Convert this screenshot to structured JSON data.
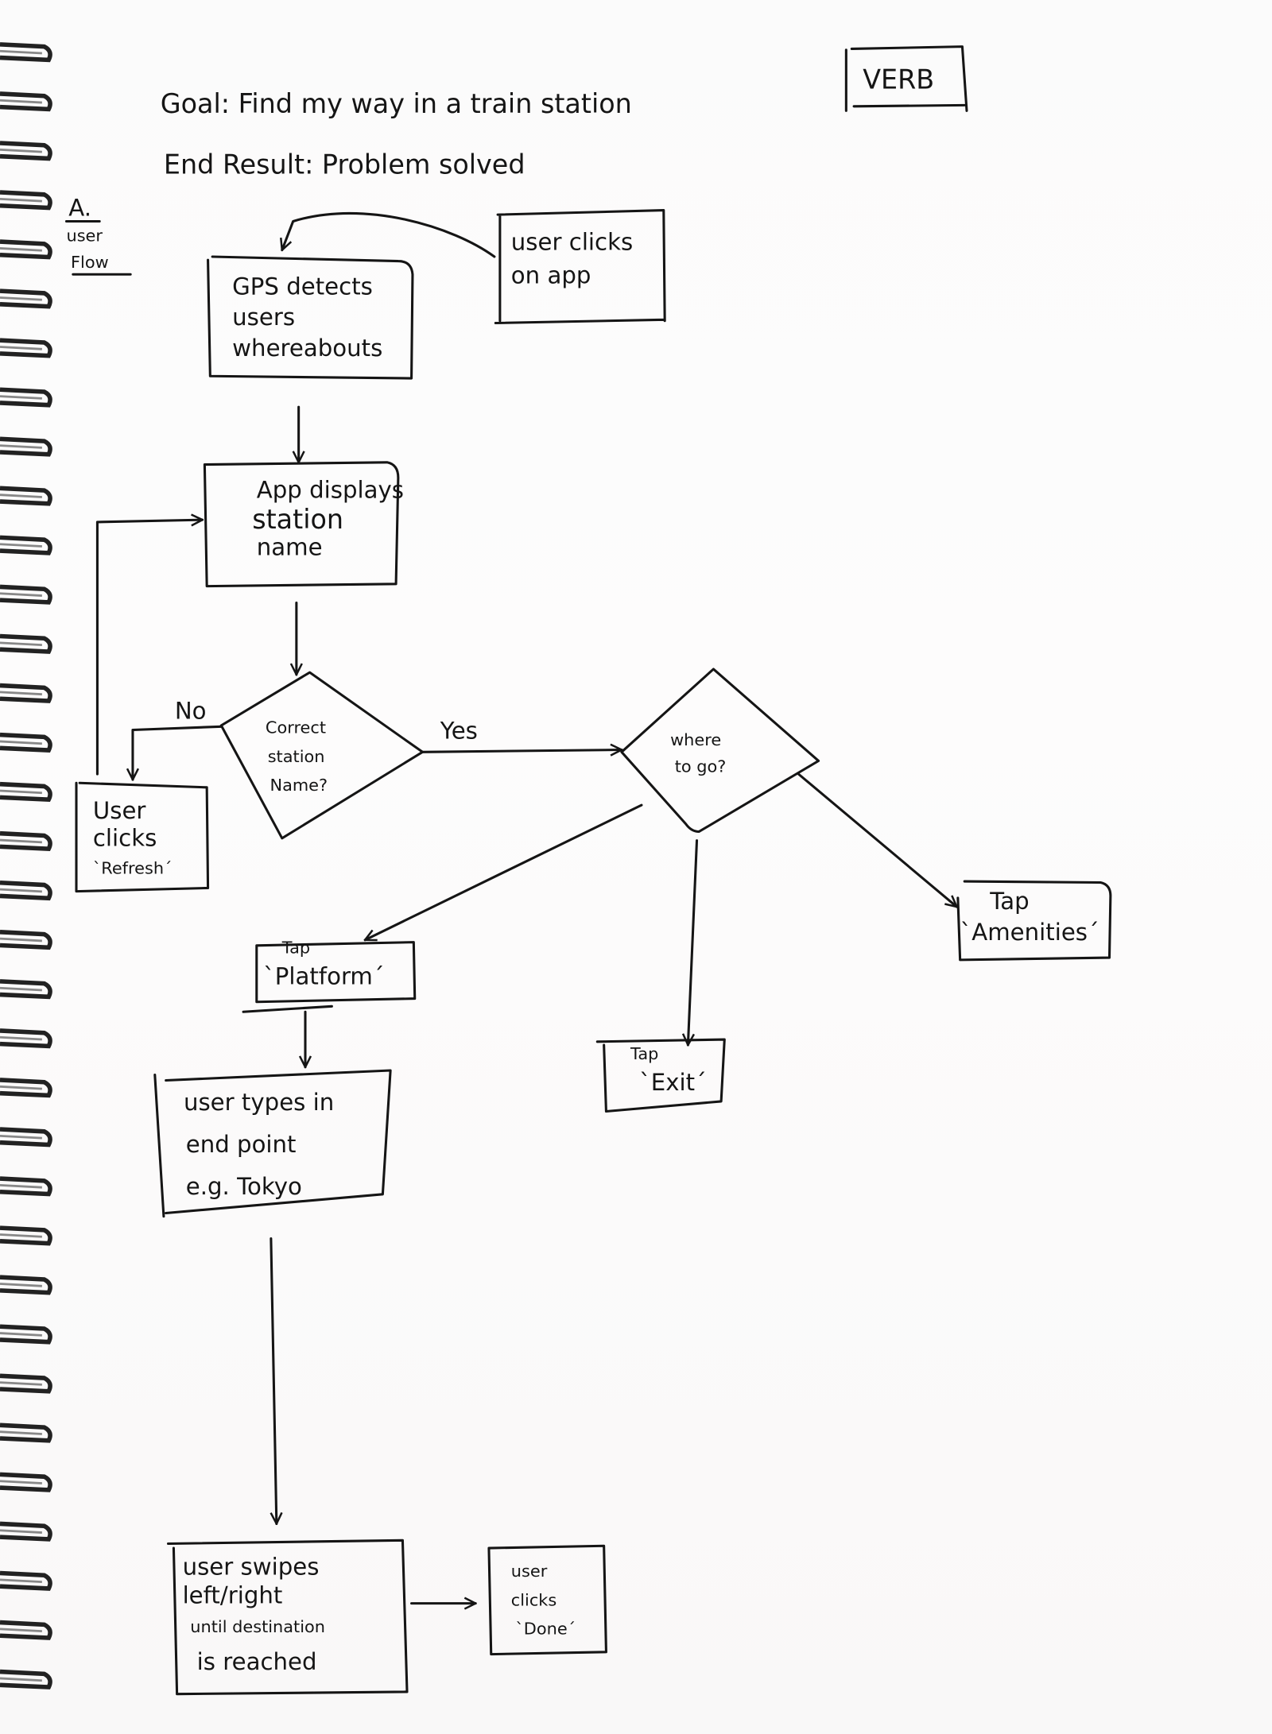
{
  "header": {
    "goal": "Goal: Find my way in a train station",
    "end_result": "End Result: Problem solved",
    "verb_box": "VERB",
    "section_letter": "A.",
    "section_title_line1": "user",
    "section_title_line2": "Flow"
  },
  "nodes": {
    "user_clicks_app": [
      "user clicks",
      "on app"
    ],
    "gps_detects": [
      "GPS detects",
      "users",
      "whereabouts"
    ],
    "app_displays": [
      "App displays",
      "station",
      "name"
    ],
    "correct_station": [
      "Correct",
      "station",
      "Name?"
    ],
    "refresh": [
      "User",
      "clicks",
      "`Refresh´"
    ],
    "where_to_go": [
      "where",
      "to go?"
    ],
    "tap_platform": [
      "Tap",
      "`Platform´"
    ],
    "tap_exit": [
      "Tap",
      "`Exit´"
    ],
    "tap_amenities": [
      "Tap",
      "`Amenities´"
    ],
    "user_types": [
      "user types in",
      "end point",
      "e.g. Tokyo"
    ],
    "user_swipes": [
      "user swipes",
      "left/right",
      "until destination",
      "is reached"
    ],
    "user_done": [
      "user",
      "clicks",
      "`Done´"
    ]
  },
  "edges": {
    "no_label": "No",
    "yes_label": "Yes"
  }
}
